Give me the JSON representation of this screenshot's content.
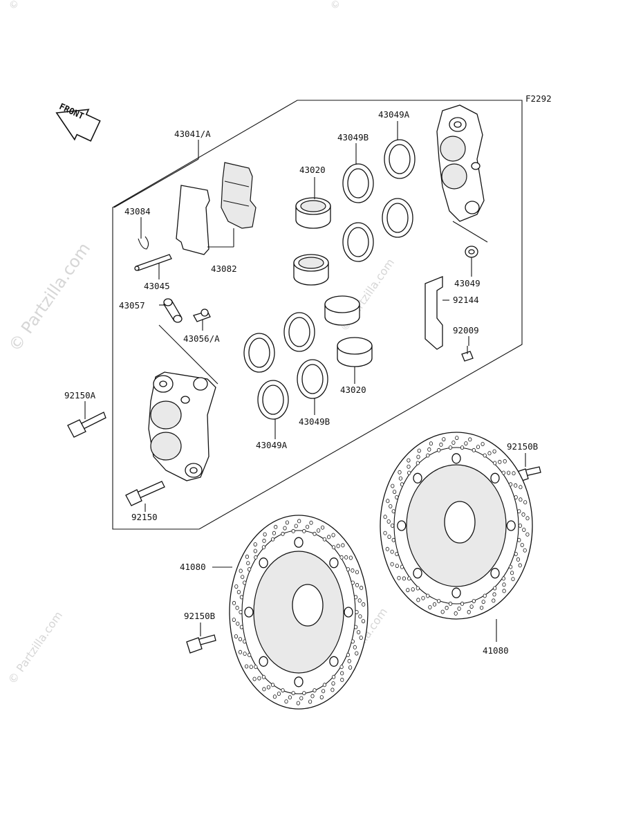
{
  "diagram": {
    "code": "F2292",
    "front_label": "FRONT",
    "watermark": "© Partzilla.com",
    "watermark_small": "Partzilla.com",
    "parts": [
      {
        "id": "p1",
        "number": "43041/A"
      },
      {
        "id": "p2",
        "number": "43084"
      },
      {
        "id": "p3",
        "number": "43082"
      },
      {
        "id": "p4",
        "number": "43045"
      },
      {
        "id": "p5",
        "number": "43057"
      },
      {
        "id": "p6",
        "number": "43056/A"
      },
      {
        "id": "p7",
        "number": "43020"
      },
      {
        "id": "p8",
        "number": "43049B"
      },
      {
        "id": "p9",
        "number": "43049A"
      },
      {
        "id": "p10",
        "number": "43049"
      },
      {
        "id": "p11",
        "number": "92144"
      },
      {
        "id": "p12",
        "number": "92009"
      },
      {
        "id": "p13",
        "number": "43020"
      },
      {
        "id": "p14",
        "number": "43049B"
      },
      {
        "id": "p15",
        "number": "43049A"
      },
      {
        "id": "p16",
        "number": "92150A"
      },
      {
        "id": "p17",
        "number": "92150"
      },
      {
        "id": "p18",
        "number": "92150B"
      },
      {
        "id": "p19",
        "number": "41080"
      },
      {
        "id": "p20",
        "number": "92150B"
      },
      {
        "id": "p21",
        "number": "41080"
      }
    ]
  }
}
